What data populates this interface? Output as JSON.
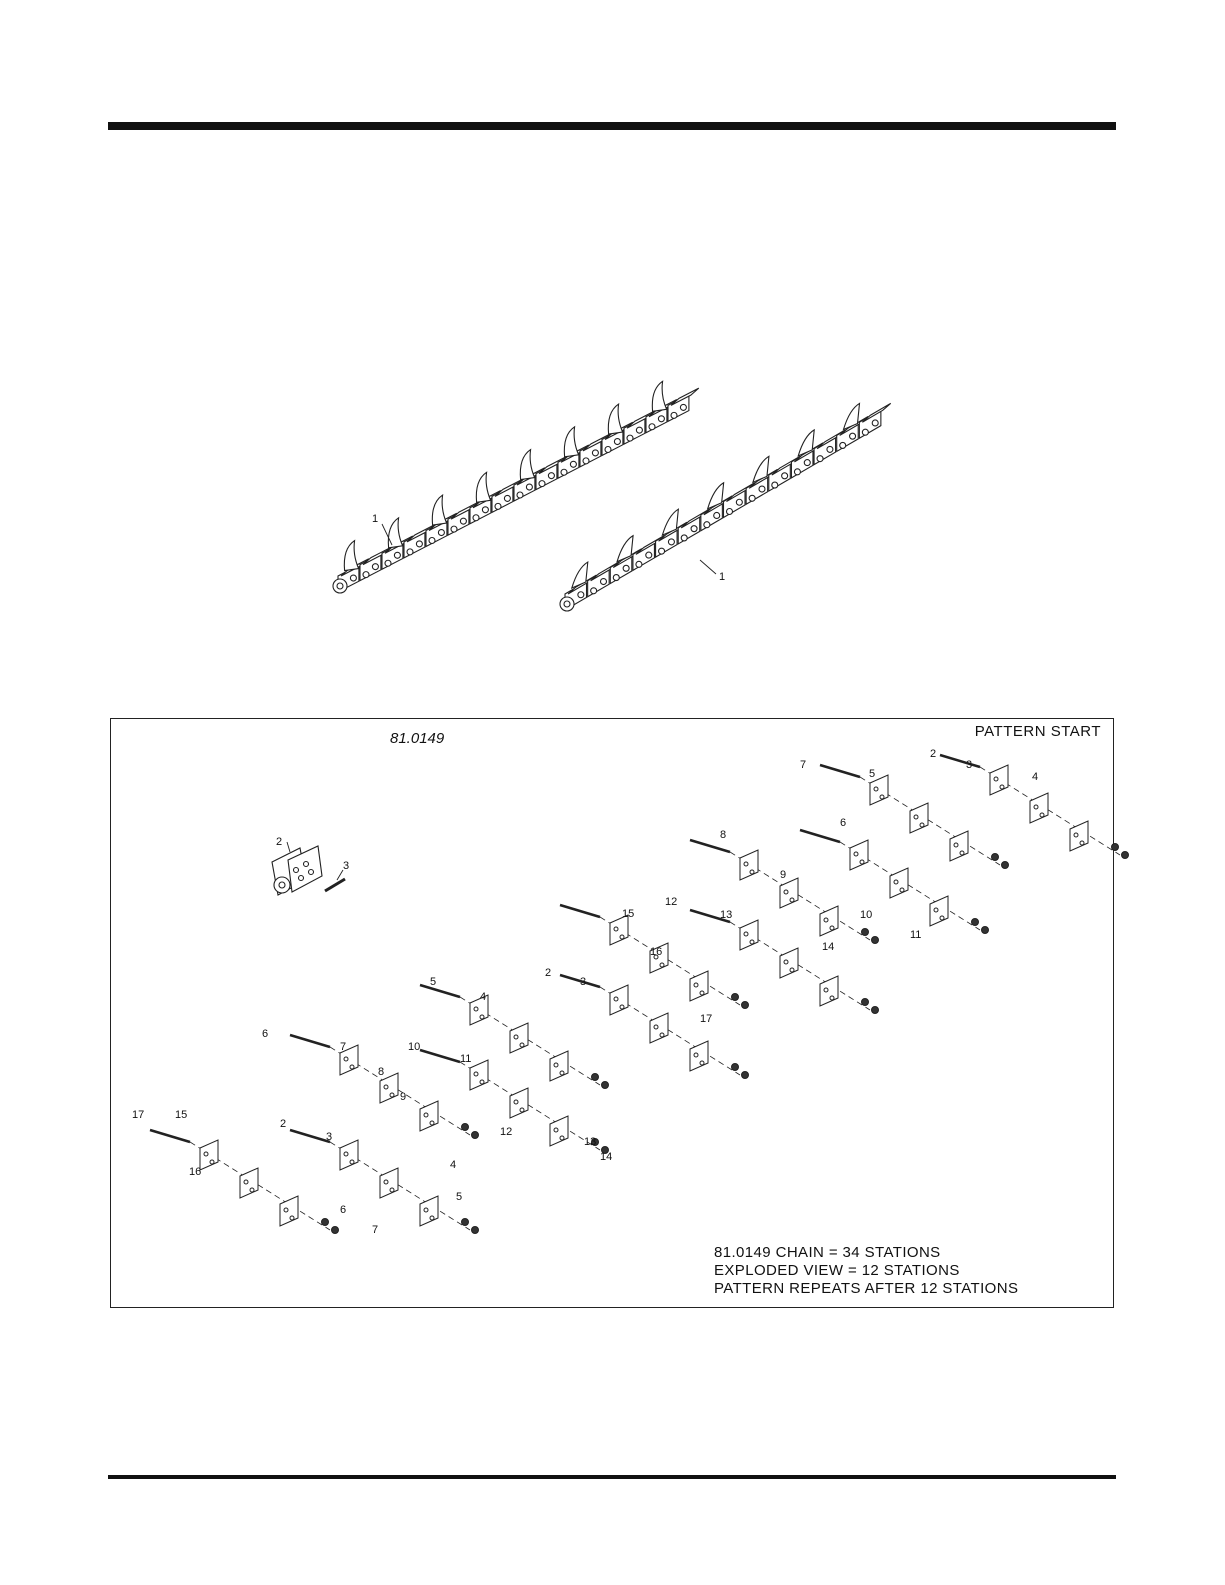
{
  "diagram": {
    "assembly_callouts": [
      "1",
      "1"
    ],
    "exploded": {
      "part_number": "81.0149",
      "pattern_start": "PATTERN START",
      "notes": [
        "81.0149 CHAIN = 34 STATIONS",
        "EXPLODED VIEW = 12 STATIONS",
        "PATTERN REPEATS AFTER 12 STATIONS"
      ],
      "callouts": [
        "2",
        "3",
        "4",
        "5",
        "6",
        "7",
        "8",
        "9",
        "10",
        "11",
        "12",
        "13",
        "14",
        "15",
        "16",
        "17"
      ]
    }
  }
}
